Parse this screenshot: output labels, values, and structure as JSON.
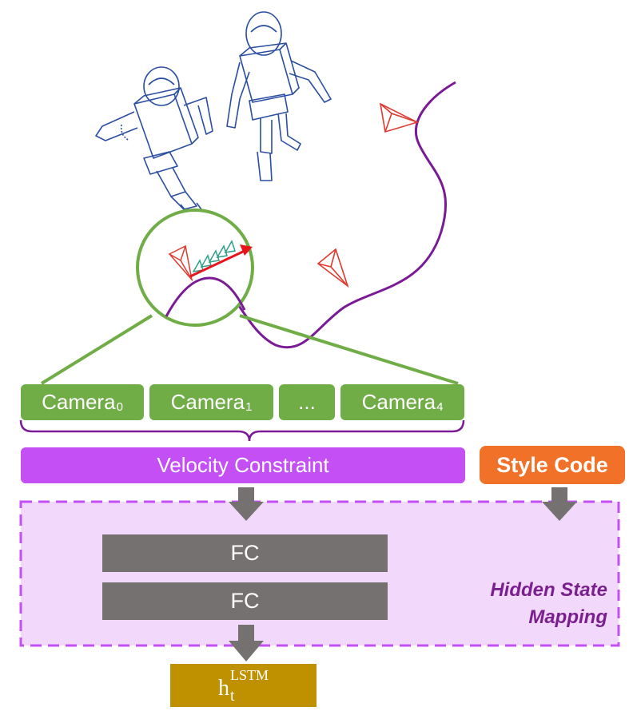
{
  "cameras": [
    "Camera",
    "Camera",
    "...",
    "Camera"
  ],
  "camera_subscripts": [
    "0",
    "1",
    "",
    "4"
  ],
  "velocity_constraint": "Velocity Constraint",
  "style_code": "Style Code",
  "fc_layers": [
    "FC",
    "FC"
  ],
  "hidden_state_label": [
    "Hidden State",
    "Mapping"
  ],
  "output": {
    "base": "h",
    "subscript": "t",
    "superscript": "LSTM"
  },
  "colors": {
    "camera": "#70ad47",
    "velocity": "#c34ff5",
    "style": "#f07127",
    "fc": "#757171",
    "output": "#bf9000",
    "hidden_region": "#f2d9fb",
    "hidden_border": "#c34ff5",
    "trajectory": "#7a1a96",
    "camera_frustum": "#e03a2f",
    "zoom_circle": "#70ad47"
  }
}
